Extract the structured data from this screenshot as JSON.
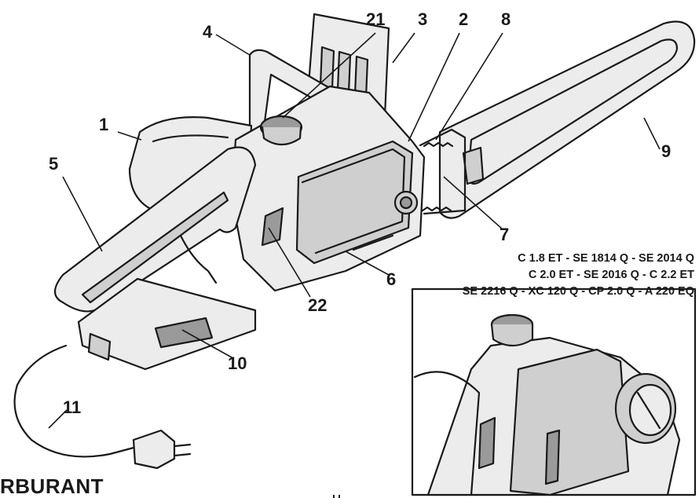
{
  "callouts": {
    "c1": "1",
    "c2": "2",
    "c3": "3",
    "c4": "4",
    "c5": "5",
    "c6": "6",
    "c7": "7",
    "c8": "8",
    "c9": "9",
    "c10": "10",
    "c11": "11",
    "c21": "21",
    "c22": "22"
  },
  "models": [
    "C 1.8 ET - SE 1814 Q - SE 2014 Q",
    "C 2.0 ET - SE 2016 Q - C 2.2 ET",
    "SE 2216 Q - XC 120 Q - CP 2.0 Q - A 220 EQ"
  ],
  "section_heading": "RBURANT"
}
